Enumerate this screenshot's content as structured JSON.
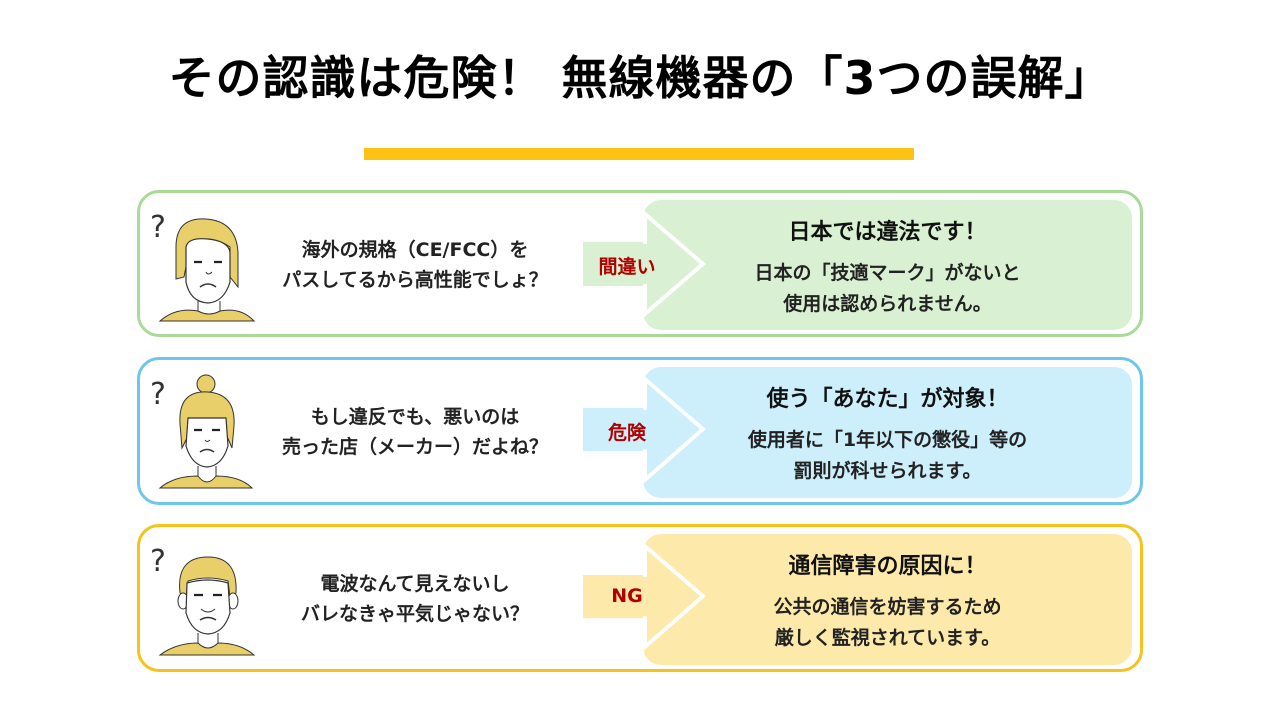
{
  "header": {
    "title": "その認識は危険！ 無線機器の「3つの誤解」",
    "accent_bar_color": "#fcc214"
  },
  "cards": [
    {
      "border_color": "#a9da9a",
      "fill_color": "#d9f1d2",
      "face_icon": "blonde-man-confused-face-icon",
      "question_icon": "question-mark-icon",
      "question_line1": "海外の規格（CE/FCC）を",
      "question_line2": "パスしてるから高性能でしょ？",
      "label": "間違い",
      "answer_title": "日本では違法です！",
      "answer_line1": "日本の「技適マーク」がないと",
      "answer_line2": "使用は認められません。"
    },
    {
      "border_color": "#6ec6ea",
      "fill_color": "#cdeefb",
      "face_icon": "blonde-woman-confused-face-icon",
      "question_icon": "question-mark-icon",
      "question_line1": "もし違反でも、悪いのは",
      "question_line2": "売った店（メーカー）だよね？",
      "label": "危険",
      "answer_title": "使う「あなた」が対象！",
      "answer_line1": "使用者に「1年以下の懲役」等の",
      "answer_line2": "罰則が科せられます。"
    },
    {
      "border_color": "#f6c21c",
      "fill_color": "#fdeaab",
      "face_icon": "short-hair-man-worried-face-icon",
      "question_icon": "question-mark-icon",
      "question_line1": "電波なんて見えないし",
      "question_line2": "バレなきゃ平気じゃない？",
      "label": "NG",
      "answer_title": "通信障害の原因に！",
      "answer_line1": "公共の通信を妨害するため",
      "answer_line2": "厳しく監視されています。"
    }
  ],
  "label_color": "#b00000"
}
